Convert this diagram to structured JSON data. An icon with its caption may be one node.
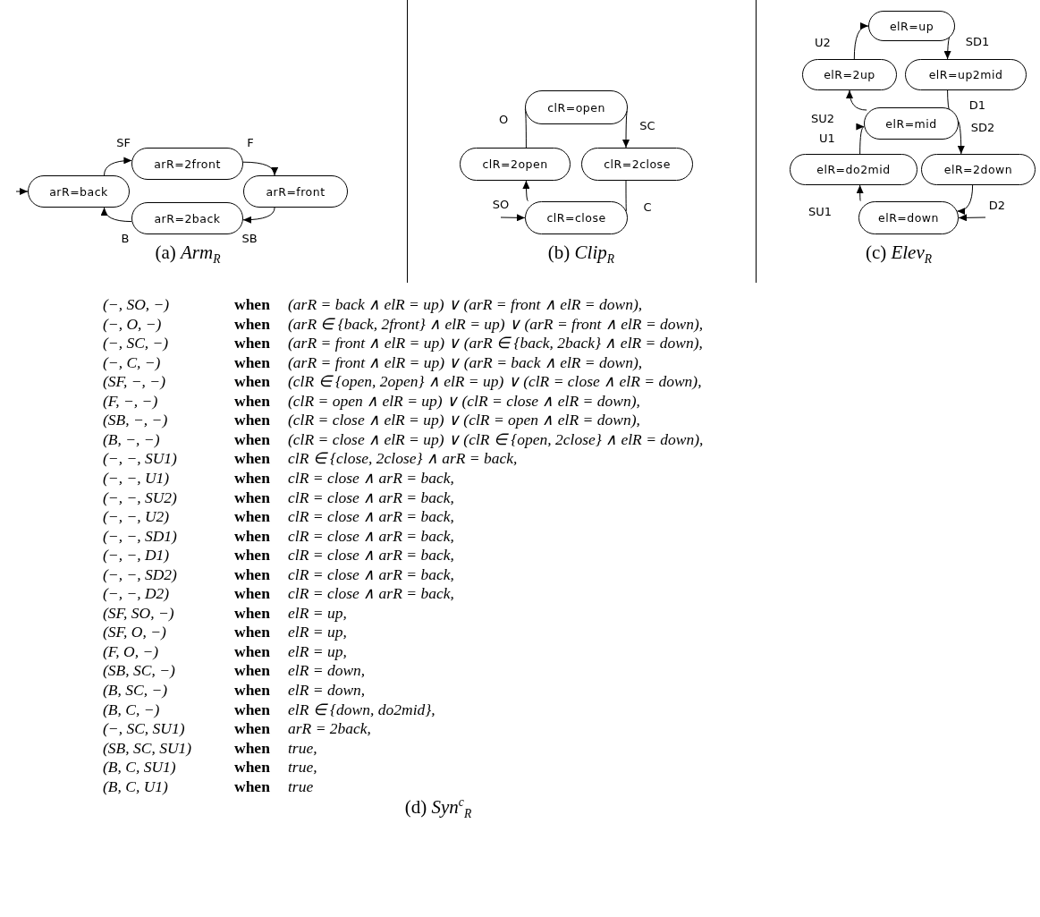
{
  "diagram": {
    "nodes": [
      {
        "text": [
          "arR=back"
        ]
      },
      {
        "text": [
          "arR=2front"
        ]
      },
      {
        "text": [
          "arR=front"
        ]
      },
      {
        "text": [
          "arR=2back"
        ]
      },
      {
        "text": [
          "clR=open"
        ]
      },
      {
        "text": [
          "clR=2open"
        ]
      },
      {
        "text": [
          "clR=2close"
        ]
      },
      {
        "text": [
          "clR=close"
        ]
      },
      {
        "text": [
          "elR=up"
        ]
      },
      {
        "text": [
          "elR=2up"
        ]
      },
      {
        "text": [
          "elR=up2mid"
        ]
      },
      {
        "text": [
          "elR=mid"
        ]
      },
      {
        "text": [
          "elR=do2mid"
        ]
      },
      {
        "text": [
          "elR=2down"
        ]
      },
      {
        "text": [
          "elR=down"
        ]
      }
    ],
    "edges": [
      {
        "from": null,
        "to": 0,
        "arrow": "to"
      },
      {
        "from": 0,
        "to": 1,
        "arrow": "to",
        "label": "SF"
      },
      {
        "from": 1,
        "to": 2,
        "arrow": "to",
        "label": "F"
      },
      {
        "from": 2,
        "to": 3,
        "arrow": "to",
        "label": "SB"
      },
      {
        "from": 3,
        "to": 0,
        "arrow": "to",
        "label": "B"
      },
      {
        "from": null,
        "to": 7,
        "arrow": "to"
      },
      {
        "from": 7,
        "to": 5,
        "arrow": "to",
        "label": "SO"
      },
      {
        "from": 5,
        "to": 4,
        "arrow": "to",
        "label": "O"
      },
      {
        "from": 4,
        "to": 6,
        "arrow": "to",
        "label": "SC"
      },
      {
        "from": 6,
        "to": 7,
        "arrow": "to",
        "label": "C"
      },
      {
        "from": null,
        "to": 14,
        "arrow": "to"
      },
      {
        "from": 13,
        "to": 14,
        "arrow": "to",
        "label": "D2"
      },
      {
        "from": 14,
        "to": 12,
        "arrow": "to",
        "label": "SU1"
      },
      {
        "from": 12,
        "to": 11,
        "arrow": "to",
        "label": "U1"
      },
      {
        "from": 11,
        "to": 9,
        "arrow": "to",
        "label": "SU2"
      },
      {
        "from": 9,
        "to": 8,
        "arrow": "to",
        "label": "U2"
      },
      {
        "from": 8,
        "to": 10,
        "arrow": "to",
        "label": "SD1"
      },
      {
        "from": 10,
        "to": 11,
        "arrow": "to",
        "label": "D1"
      },
      {
        "from": 11,
        "to": 13,
        "arrow": "to",
        "label": "SD2"
      }
    ],
    "labels": [
      "(a) *Arm*$_{R}$",
      "(b) *Clip*$_{R}$",
      "(c) *Elev*$_{R}$",
      "(−, SO, −)",
      "when",
      "(arR = back ∧ elR = up) ∨ (arR = front ∧ elR = down),",
      "(−, O, −)",
      "when",
      "(arR ∈ {back, 2front} ∧ elR = up) ∨ (arR = front ∧ elR = down),",
      "(−, SC, −)",
      "when",
      "(arR = front ∧ elR = up) ∨ (arR ∈ {back, 2back} ∧ elR = down),",
      "(−, C, −)",
      "when",
      "(arR = front ∧ elR = up) ∨ (arR = back ∧ elR = down),",
      "(SF, −, −)",
      "when",
      "(clR ∈ {open, 2open} ∧ elR = up) ∨ (clR = close ∧ elR = down),",
      "(F, −, −)",
      "when",
      "(clR = open ∧ elR = up) ∨ (clR = close ∧ elR = down),",
      "(SB, −, −)",
      "when",
      "(clR = close ∧ elR = up) ∨ (clR = open ∧ elR = down),",
      "(B, −, −)",
      "when",
      "(clR = close ∧ elR = up) ∨ (clR ∈ {open, 2close} ∧ elR = down),",
      "(−, −, SU1)",
      "when",
      "clR ∈ {close, 2close} ∧ arR = back,",
      "(−, −, U1)",
      "when",
      "clR = close ∧ arR = back,",
      "(−, −, SU2)",
      "when",
      "clR = close ∧ arR = back,",
      "(−, −, U2)",
      "when",
      "clR = close ∧ arR = back,",
      "(−, −, SD1)",
      "when",
      "clR = close ∧ arR = back,",
      "(−, −, D1)",
      "when",
      "clR = close ∧ arR = back,",
      "(−, −, SD2)",
      "when",
      "clR = close ∧ arR = back,",
      "(−, −, D2)",
      "when",
      "clR = close ∧ arR = back,",
      "(SF, SO, −)",
      "when",
      "elR = up,",
      "(SF, O, −)",
      "when",
      "elR = up,",
      "(F, O, −)",
      "when",
      "elR = up,",
      "(SB, SC, −)",
      "when",
      "elR = down,",
      "(B, SC, −)",
      "when",
      "elR = down,",
      "(B, C, −)",
      "when",
      "elR ∈ {down, do2mid},",
      "(−, SC, SU1)",
      "when",
      "arR = 2back,",
      "(SB, SC, SU1)",
      "when",
      "true,",
      "(B, C, SU1)",
      "when",
      "true,",
      "(B, C, U1)",
      "when",
      "true",
      "(d) *Syn*$^{c}$$_{R}$"
    ]
  }
}
